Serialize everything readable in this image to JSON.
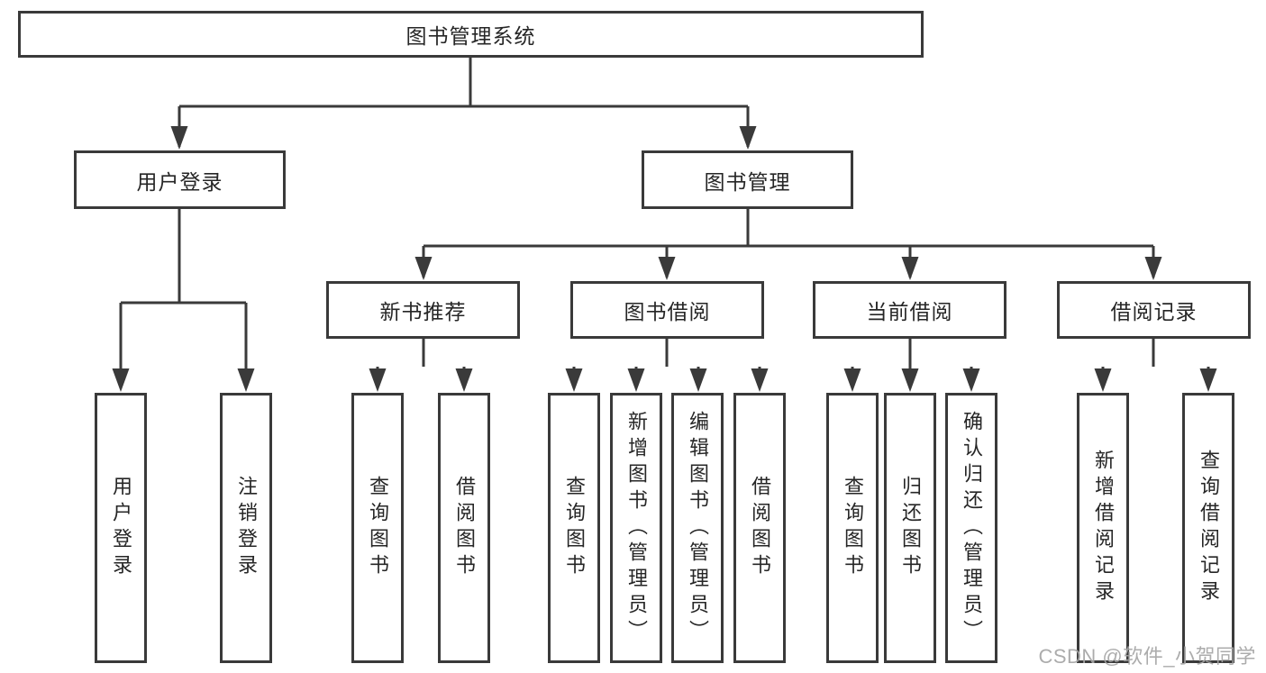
{
  "tree": {
    "root": {
      "label": "图书管理系统",
      "children": [
        {
          "label": "用户登录",
          "children": [
            {
              "label": "用户登录"
            },
            {
              "label": "注销登录"
            }
          ]
        },
        {
          "label": "图书管理",
          "children": [
            {
              "label": "新书推荐",
              "children": [
                {
                  "label": "查询图书"
                },
                {
                  "label": "借阅图书"
                }
              ]
            },
            {
              "label": "图书借阅",
              "children": [
                {
                  "label": "查询图书"
                },
                {
                  "label": "新增图书（管理员）"
                },
                {
                  "label": "编辑图书（管理员）"
                },
                {
                  "label": "借阅图书"
                }
              ]
            },
            {
              "label": "当前借阅",
              "children": [
                {
                  "label": "查询图书"
                },
                {
                  "label": "归还图书"
                },
                {
                  "label": "确认归还（管理员）"
                }
              ]
            },
            {
              "label": "借阅记录",
              "children": [
                {
                  "label": "新增借阅记录"
                },
                {
                  "label": "查询借阅记录"
                }
              ]
            }
          ]
        }
      ]
    }
  },
  "watermark": "CSDN @软件_小贺同学",
  "colors": {
    "line": "#3a3a3a",
    "border": "#3a3a3a",
    "text": "#262626",
    "watermark": "#a6a6a6",
    "background": "#ffffff"
  }
}
